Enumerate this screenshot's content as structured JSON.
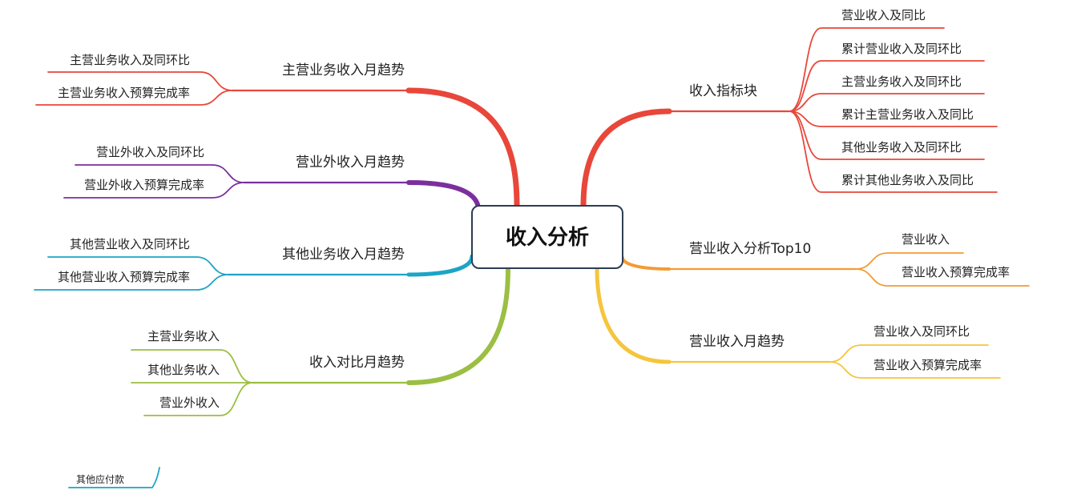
{
  "center": {
    "label": "收入分析"
  },
  "branches": [
    {
      "id": "income-indicators",
      "label": "收入指标块",
      "color": "#e8473a",
      "leaves": [
        "营业收入及同比",
        "累计营业收入及同环比",
        "主营业务收入及同环比",
        "累计主营业务收入及同比",
        "其他业务收入及同环比",
        "累计其他业务收入及同比"
      ]
    },
    {
      "id": "revenue-top10",
      "label": "营业收入分析Top10",
      "color": "#f39b32",
      "leaves": [
        "营业收入",
        "营业收入预算完成率"
      ]
    },
    {
      "id": "revenue-monthly",
      "label": "营业收入月趋势",
      "color": "#f5c53c",
      "leaves": [
        "营业收入及同环比",
        "营业收入预算完成率"
      ]
    },
    {
      "id": "main-business-monthly",
      "label": "主营业务收入月趋势",
      "color": "#e8473a",
      "leaves": [
        "主营业务收入及同环比",
        "主营业务收入预算完成率"
      ]
    },
    {
      "id": "non-operating-monthly",
      "label": "营业外收入月趋势",
      "color": "#7b2f9e",
      "leaves": [
        "营业外收入及同环比",
        "营业外收入预算完成率"
      ]
    },
    {
      "id": "other-business-monthly",
      "label": "其他业务收入月趋势",
      "color": "#1ba5c6",
      "leaves": [
        "其他营业收入及同环比",
        "其他营业收入预算完成率"
      ]
    },
    {
      "id": "comparison-monthly",
      "label": "收入对比月趋势",
      "color": "#9bbf42",
      "leaves": [
        "主营业务收入",
        "其他业务收入",
        "营业外收入"
      ]
    }
  ],
  "floating": {
    "label": "其他应付款",
    "color": "#1ba5c6"
  }
}
